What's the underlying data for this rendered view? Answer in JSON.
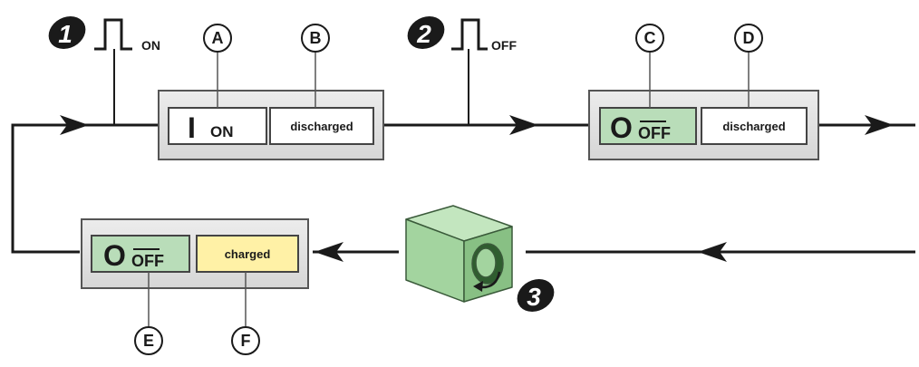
{
  "steps": [
    {
      "number": "1",
      "signal_label": "ON"
    },
    {
      "number": "2",
      "signal_label": "OFF"
    },
    {
      "number": "3"
    }
  ],
  "panels": [
    {
      "switch": {
        "letter": "A",
        "symbol": "I",
        "text": "ON",
        "color": "#ffffff"
      },
      "spring": {
        "letter": "B",
        "text": "discharged",
        "color": "#ffffff"
      }
    },
    {
      "switch": {
        "letter": "C",
        "symbol": "O",
        "text": "OFF",
        "color": "#b9ddb9"
      },
      "spring": {
        "letter": "D",
        "text": "discharged",
        "color": "#ffffff"
      }
    },
    {
      "switch": {
        "letter": "E",
        "symbol": "O",
        "text": "OFF",
        "color": "#b9ddb9"
      },
      "spring": {
        "letter": "F",
        "text": "charged",
        "color": "#fff1a6"
      }
    }
  ],
  "colors": {
    "line": "#1a1a1a",
    "panel_fill": "#e2e2e2",
    "panel_stroke": "#555555",
    "cube_front": "#9fd19b",
    "cube_top": "#c3e6bf",
    "cube_side": "#84bd80"
  },
  "icons": [
    "step-badge",
    "pulse-icon",
    "motor-cube-icon",
    "rotation-arrow-icon"
  ]
}
